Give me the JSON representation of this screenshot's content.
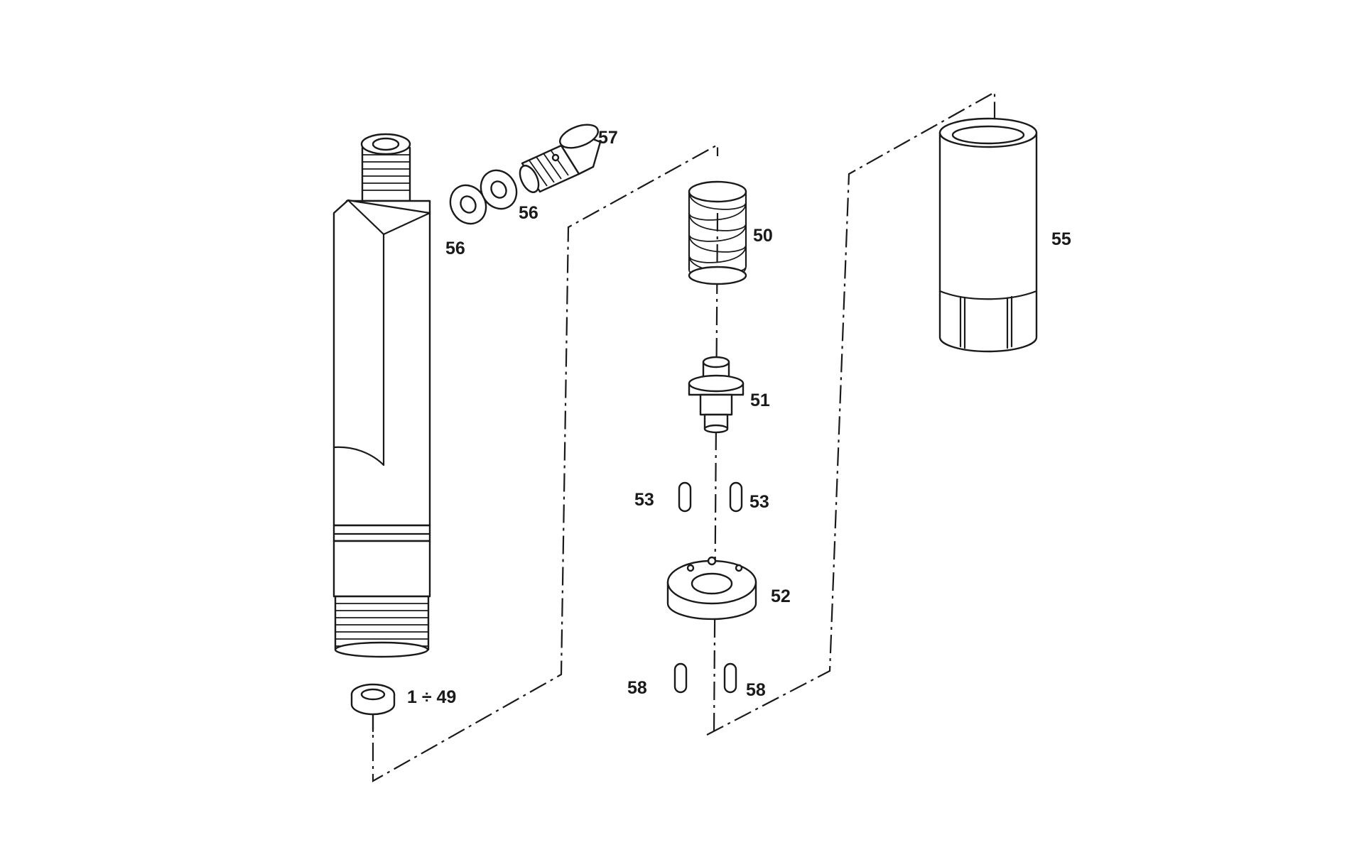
{
  "diagram": {
    "labels": {
      "part_57": "57",
      "part_56_a": "56",
      "part_56_b": "56",
      "part_50": "50",
      "part_55": "55",
      "part_51": "51",
      "part_53_a": "53",
      "part_53_b": "53",
      "part_52": "52",
      "part_58_a": "58",
      "part_58_b": "58",
      "part_1_49": "1 ÷ 49"
    },
    "colors": {
      "ink": "#1a1a1a",
      "background": "#ffffff"
    }
  }
}
